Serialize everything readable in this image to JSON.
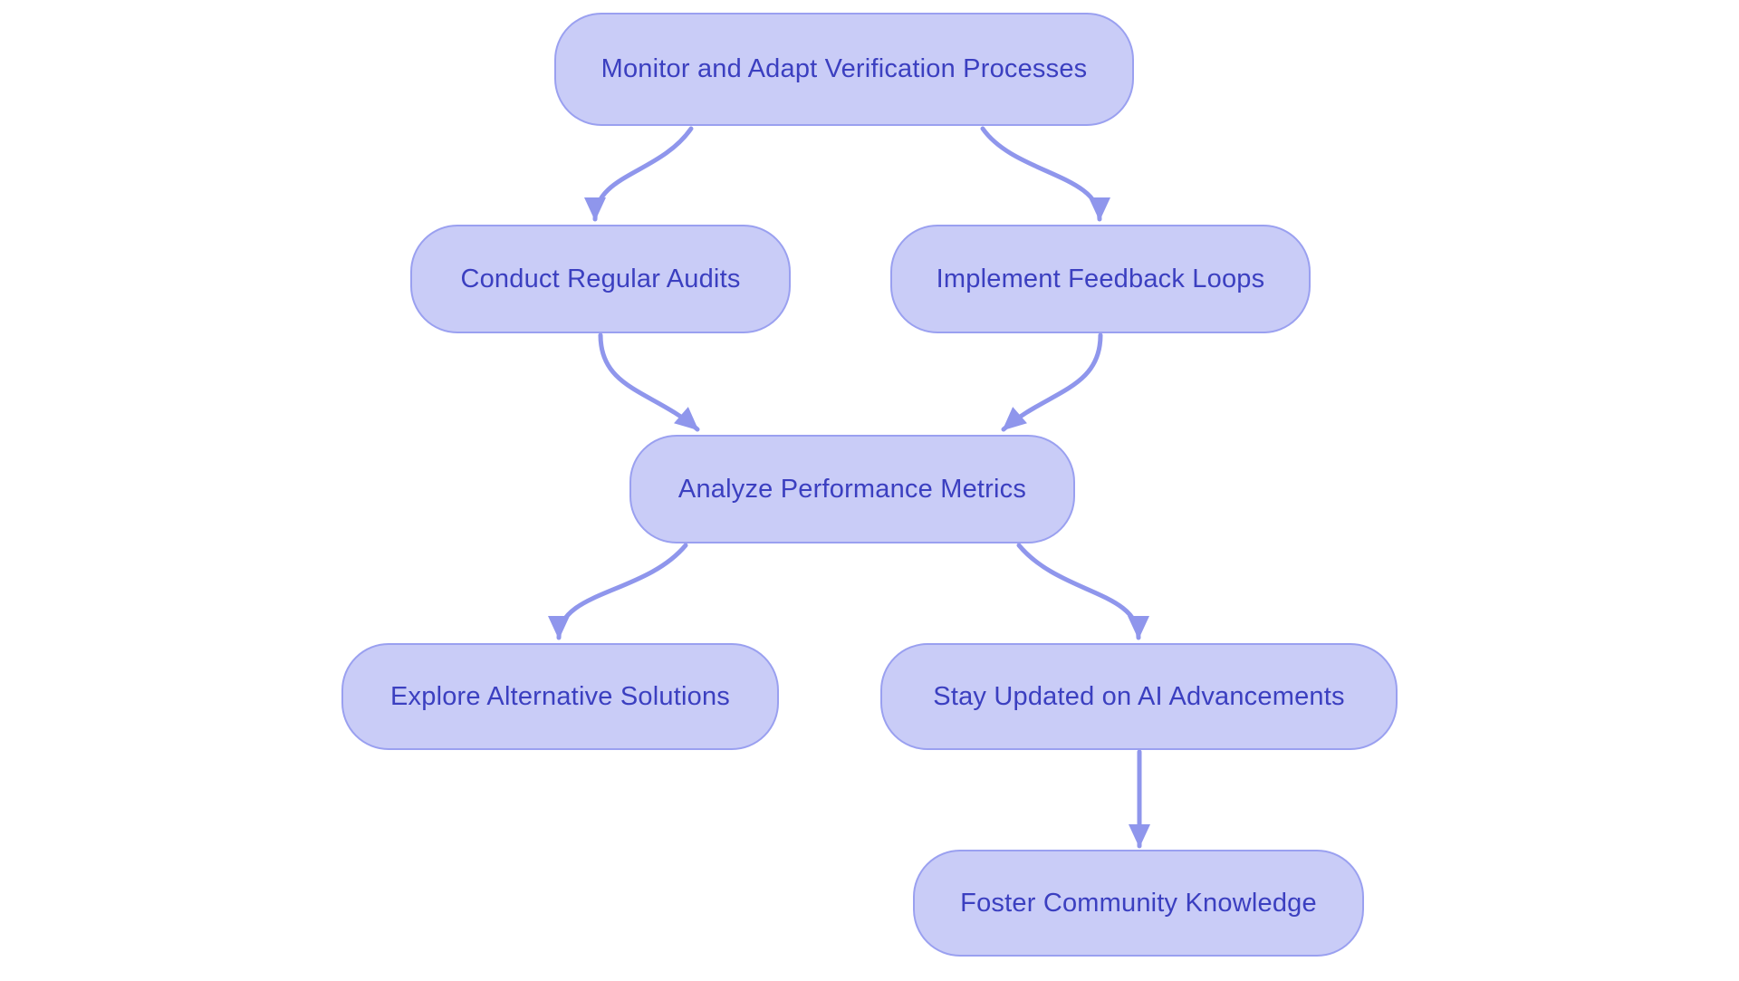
{
  "diagram": {
    "type": "flowchart",
    "direction": "top-down",
    "nodes": [
      {
        "id": "monitor",
        "label": "Monitor and Adapt Verification Processes"
      },
      {
        "id": "audits",
        "label": "Conduct Regular Audits"
      },
      {
        "id": "feedback",
        "label": "Implement Feedback Loops"
      },
      {
        "id": "metrics",
        "label": "Analyze Performance Metrics"
      },
      {
        "id": "alternatives",
        "label": "Explore Alternative Solutions"
      },
      {
        "id": "ai_updates",
        "label": "Stay Updated on AI Advancements"
      },
      {
        "id": "community",
        "label": "Foster Community Knowledge"
      }
    ],
    "edges": [
      {
        "from": "monitor",
        "to": "audits"
      },
      {
        "from": "monitor",
        "to": "feedback"
      },
      {
        "from": "audits",
        "to": "metrics"
      },
      {
        "from": "feedback",
        "to": "metrics"
      },
      {
        "from": "metrics",
        "to": "alternatives"
      },
      {
        "from": "metrics",
        "to": "ai_updates"
      },
      {
        "from": "ai_updates",
        "to": "community"
      }
    ],
    "colors": {
      "canvas_bg": "#ffffff",
      "node_fill": "#c9ccf7",
      "node_border": "#9aa0f0",
      "edge": "#8f96ec",
      "text": "#3b3fc0"
    }
  }
}
